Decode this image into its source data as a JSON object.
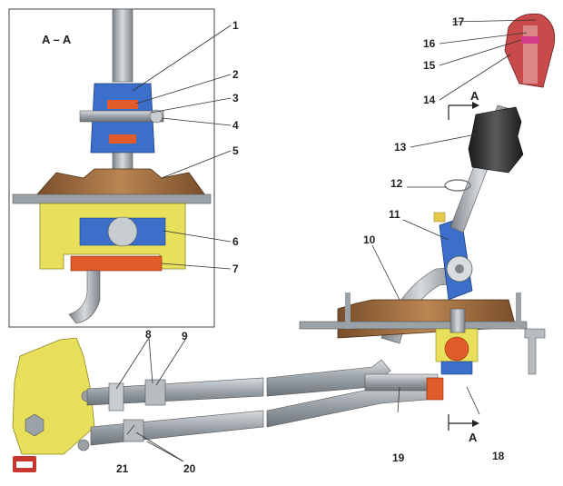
{
  "section_label": "A – A",
  "section_marker": "A",
  "callouts": [
    {
      "id": "1",
      "label": "1"
    },
    {
      "id": "2",
      "label": "2"
    },
    {
      "id": "3",
      "label": "3"
    },
    {
      "id": "4",
      "label": "4"
    },
    {
      "id": "5",
      "label": "5"
    },
    {
      "id": "6",
      "label": "6"
    },
    {
      "id": "7",
      "label": "7"
    },
    {
      "id": "8",
      "label": "8"
    },
    {
      "id": "9",
      "label": "9"
    },
    {
      "id": "10",
      "label": "10"
    },
    {
      "id": "11",
      "label": "11"
    },
    {
      "id": "12",
      "label": "12"
    },
    {
      "id": "13",
      "label": "13"
    },
    {
      "id": "14",
      "label": "14"
    },
    {
      "id": "15",
      "label": "15"
    },
    {
      "id": "16",
      "label": "16"
    },
    {
      "id": "17",
      "label": "17"
    },
    {
      "id": "18",
      "label": "18"
    },
    {
      "id": "19",
      "label": "19"
    },
    {
      "id": "20",
      "label": "20"
    },
    {
      "id": "21",
      "label": "21"
    }
  ],
  "colors": {
    "housing_yellow": "#e8e05a",
    "boot_brown": "#a0683a",
    "bushing_blue": "#3b6fc9",
    "insert_red": "#e05a2a",
    "rod_gray": "#a9afb5",
    "knob_red": "#c84a4a",
    "gaiter_black": "#2b2b2b"
  }
}
